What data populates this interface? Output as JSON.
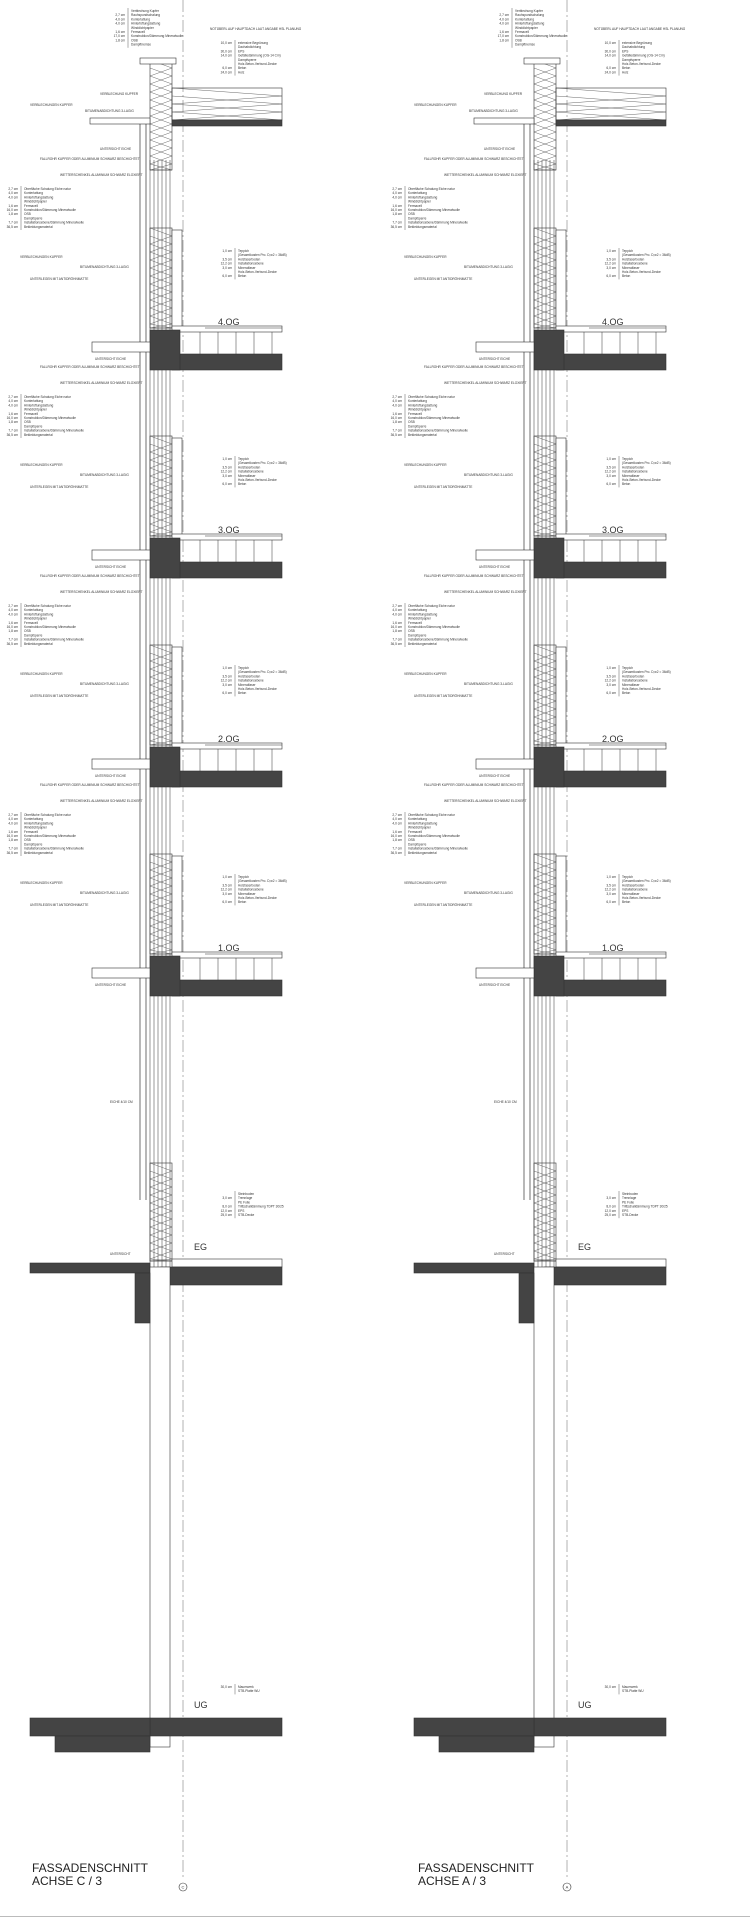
{
  "sections": [
    {
      "title_line1": "FASSADENSCHNITT",
      "title_line2": "ACHSE C / 3",
      "axis_label": "C"
    },
    {
      "title_line1": "FASSADENSCHNITT",
      "title_line2": "ACHSE A / 3",
      "axis_label": "A"
    }
  ],
  "floors": [
    "4.OG",
    "3.OG",
    "2.OG",
    "1.OG",
    "EG",
    "UG"
  ],
  "roof": {
    "wall_layers": [
      [
        "",
        "Verblechung Kupfer"
      ],
      [
        "2,7 cm",
        "Rauhspundschalung"
      ],
      [
        "4,0 cm",
        "Konterlattung"
      ],
      [
        "4,0 cm",
        "Hinterlüftungslattung"
      ],
      [
        "",
        "Winddichtpapier"
      ],
      [
        "1,6 cm",
        "Fermacell"
      ],
      [
        "17,0 cm",
        "Konstruktion/Dämmung Mineralwolle"
      ],
      [
        "1,8 cm",
        "OSB"
      ],
      [
        "",
        "Dampfbremse"
      ]
    ],
    "note": "NOTÜBERL AUF HAUPTDACH LAUT ANGABE HSL PLANUNG",
    "roof_layers": [
      [
        "10,0 cm",
        "extensive Begrünung"
      ],
      [
        "",
        "Dachabdichtung"
      ],
      [
        "30,0 cm",
        "EPS"
      ],
      [
        "14,0 cm",
        "Gefälledämmung (OG-14 Cm)"
      ],
      [
        "",
        "Dampfsperre"
      ],
      [
        "",
        "Holz-Beton-Verbund-Decke"
      ],
      [
        "6,0 cm",
        "Beton"
      ],
      [
        "24,0 cm",
        "Holz"
      ]
    ],
    "flashing": "VERBLECHUNG KUPFER"
  },
  "callouts": {
    "verblechungen": "VERBLECHUNGEN KUPFER",
    "bitumen": "BITUMENABDICHTUNG 3-LAGIG",
    "unterlegen": "UNTERLEGEN MIT ANTIDRÖHNMATTE",
    "untersicht": "UNTERSICHT EICHE",
    "fallrohr": "FALLROHR KUPFER ODER ALUMINIUM SCHWARZ BESCHICHTET",
    "wetterschenkel": "WETTERSCHENKEL ALUMINIUM SCHWARZ ELOXIERT",
    "eiche": "EICHE 4/10 CM",
    "untersicht_eg": "UNTERSICHT"
  },
  "wall_layers": [
    [
      "2,7 cm",
      "Oberfläche Schalung Eiche natur"
    ],
    [
      "4,0 cm",
      "Konterlattung"
    ],
    [
      "4,0 cm",
      "Hinterlüftungslattung"
    ],
    [
      "",
      "Winddichtpapier"
    ],
    [
      "1,6 cm",
      "Fermacell"
    ],
    [
      "16,0 cm",
      "Konstruktion/Dämmung Mineralwolle"
    ],
    [
      "1,8 cm",
      "OSB"
    ],
    [
      "",
      "Dampfsperre"
    ],
    [
      "7,7 cm",
      "Installationsebene/Dämmung Mineralwolle"
    ],
    [
      "36,5 cm",
      "Bekleidungsmaterial"
    ]
  ],
  "floor_layers": [
    [
      "1,0 cm",
      "Teppich"
    ],
    [
      "",
      "(Gesamtkosten Pro. D,w2 = 36dB)"
    ],
    [
      "3,5 cm",
      "Holzfaserboden"
    ],
    [
      "12,2 cm",
      "Installationsebene"
    ],
    [
      "3,0 cm",
      "Mineralfaser"
    ],
    [
      "",
      "Holz-Beton-Verbund-Decke"
    ],
    [
      "6,0 cm",
      "Beton"
    ]
  ],
  "eg_layers": [
    [
      "",
      "Steinboden"
    ],
    [
      "3,0 cm",
      "Trennlage"
    ],
    [
      "",
      "PE Folie"
    ],
    [
      "8,0 cm",
      "Trittschalldämmung TDPT 30/25"
    ],
    [
      "12,0 cm",
      "EPS"
    ],
    [
      "25,0 cm",
      "STB-Decke"
    ]
  ],
  "ug_layers": [
    [
      "30,0 cm",
      "Mauerwerk"
    ],
    [
      "",
      "STB-Platte WU"
    ]
  ]
}
